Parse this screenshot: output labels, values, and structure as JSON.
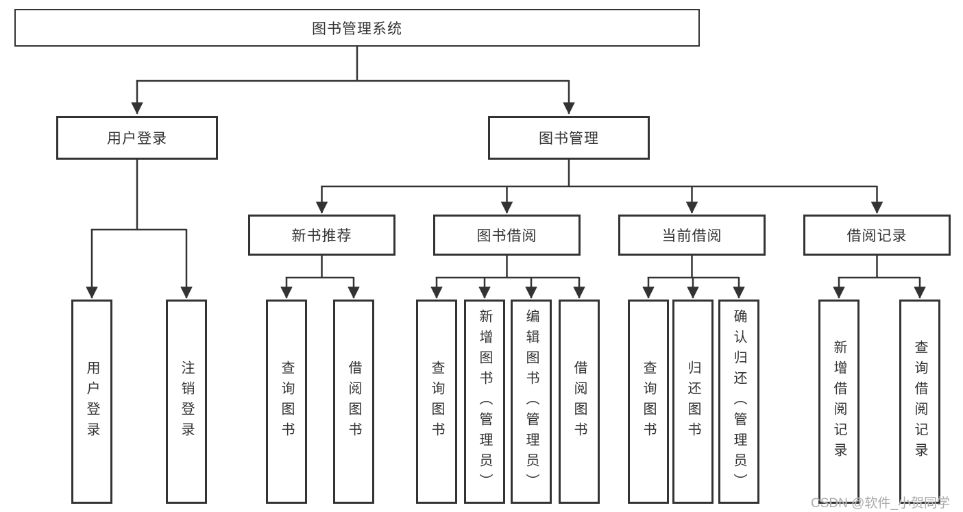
{
  "diagram": {
    "root_label": "图书管理系统",
    "user_login": {
      "label": "用户登录",
      "children": [
        "用户登录",
        "注销登录"
      ]
    },
    "book_mgmt": {
      "label": "图书管理",
      "groups": [
        {
          "label": "新书推荐",
          "children": [
            "查询图书",
            "借阅图书"
          ]
        },
        {
          "label": "图书借阅",
          "children": [
            "查询图书",
            "新增图书（管理员）",
            "编辑图书（管理员）",
            "借阅图书"
          ]
        },
        {
          "label": "当前借阅",
          "children": [
            "查询图书",
            "归还图书",
            "确认归还（管理员）"
          ]
        },
        {
          "label": "借阅记录",
          "children": [
            "新增借阅记录",
            "查询借阅记录"
          ]
        }
      ]
    }
  },
  "watermark": "CSDN @软件_小贺同学",
  "colors": {
    "line": "#333333",
    "text": "#333333",
    "watermark": "#ababab",
    "background": "#ffffff"
  }
}
